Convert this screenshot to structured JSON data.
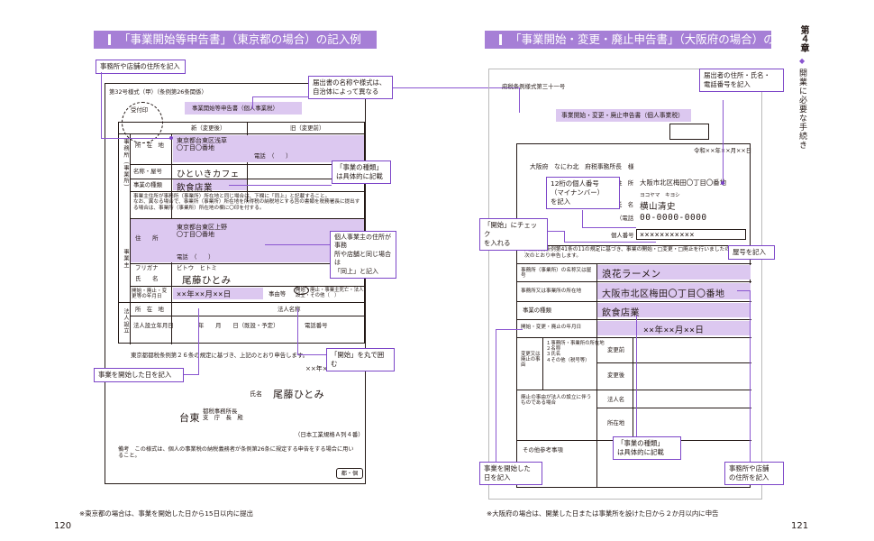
{
  "left": {
    "title": "「事業開始等申告書」（東京都の場合）の記入例",
    "page_number": "120",
    "footnote": "※東京都の場合は、事業を開始した日から15日以内に提出",
    "form": {
      "form_no": "第32号様式（甲）（条例第26条関係）",
      "stamp": "受付印",
      "title": "事業開始等申告書（個人事業税）",
      "col_new": "新（変更後）",
      "col_old": "旧（変更前）",
      "side_office": "事務所（事業所）",
      "side_owner": "事業主",
      "side_corp": "法人設立",
      "label_location": "所　在　地",
      "label_name": "名称・屋号",
      "label_type": "事業の種類",
      "label_residence": "住　　所",
      "label_furigana": "フリガナ",
      "label_person": "氏　　名",
      "label_date": "開始・廃止・変更等の年月日",
      "label_reason": "事由等",
      "label_corp_loc": "所　在　地",
      "label_corp_name": "法人名称",
      "label_corp_date": "法人設立年月日",
      "label_corp_phone": "電話番号",
      "office_address": "東京都台東区浅草\n〇丁目〇番地",
      "phone": "電話　（　　）",
      "shop_name": "ひといきカフェ",
      "business_type": "飲食店業",
      "note_same": "事業主住所が事務所（事業所）所在地と同じ場合は、下欄に「同上」と記載すること。\nなお、異なる場合で、事業所（事業所）所在地を所得税の納税地とする旨の書類を税務署長に提出する場合は、事業所（事業所）所在地の欄に〇印を付する。",
      "owner_address": "東京都台東区上野\n〇丁目〇番地",
      "furigana_value": "ビトウ　ヒトミ",
      "owner_name": "尾藤ひとみ",
      "start_date": "××年××月××日",
      "reason": "開始・廃止・事業主死亡・法人設立・その他（　）",
      "year_label": "年　　月　　日（既設・予定）",
      "law_text": "東京都都税条例第２６条の規定に基づき、上記のとおり申告します。",
      "sign_date": "××年××月××日",
      "sign_name_label": "氏名",
      "sign_name": "尾藤ひとみ",
      "office_ward": "台東",
      "office_suffix": "都税事務所長\n支　庁　長　殿",
      "paper_size": "（日本工業規格Ａ列４番）",
      "remark": "備考　この様式は、個人の事業税の納税義務者が条例第26条に規定する申告をする場合に用いること。",
      "badge": "都・個"
    },
    "notes": {
      "office_address": "事務所や店舗の住所を記入",
      "form_name": "届出書の名称や様式は、\n自治体によって異なる",
      "business_type": "「事業の種類」\nは具体的に記載",
      "owner_address": "個人事業主の住所が事務\n所や店舗と同じ場合は\n「同上」と記入",
      "circle": "「開始」を丸で囲む",
      "start_date": "事業を開始した日を記入"
    }
  },
  "right": {
    "title": "「事業開始・変更・廃止申告書」（大阪府の場合）の記入例",
    "page_number": "121",
    "footnote": "※大阪府の場合は、開業した日または事業所を設けた日から２か月以内に申告",
    "chapter": "第４章",
    "chapter_sub": "開業に必要な手続き",
    "form": {
      "form_no": "府税条例様式第三十一号",
      "title": "事業開始・変更・廃止申告書（個人事業税）",
      "date_line": "令和××年××月××日",
      "addressee": "大阪府　なにわ北　府税事務所長　様",
      "label_addr": "住　所",
      "address": "大阪市北区梅田〇丁目〇番地",
      "furigana": "ヨコヤマ　キヨシ",
      "label_name": "氏　名",
      "name": "横山清史",
      "label_phone": "（電話",
      "phone": "00-0000-0000",
      "label_number": "個人番号",
      "number_cells": "×××××××××××",
      "law_text": "大阪府税条例第41条の11の規定に基づき、事業の開始・□変更・□廃止を行いましたので、次のとおり申告します。",
      "label_shop": "事務所（事業所）の名称又は屋号",
      "shop_name": "浪花ラーメン",
      "label_loc": "事務所又は事業所の所在地",
      "location": "大阪市北区梅田〇丁目〇番地",
      "label_type": "事業の種類",
      "business_type": "飲食店業",
      "label_date": "開始・変更・廃止の年月日",
      "start_date": "××年××月××日",
      "label_change": "変更又は廃止の事由",
      "change_items": "１事務所・事業所の所在地\n２名称\n３氏名\n４その他（税号等）",
      "label_before": "変更前",
      "label_after": "変更後",
      "label_corp": "廃止の事由が法人の設立に伴うものである場合",
      "label_corp_name": "法人名",
      "label_corp_loc": "所在地",
      "label_other": "その他参考事項"
    },
    "notes": {
      "applicant": "届出者の住所・氏名・\n電話番号を記入",
      "mynumber": "12桁の個人番号\n（マイナンバー）\nを記入",
      "check": "「開始」にチェック\nを入れる",
      "shop": "屋号を記入",
      "type": "「事業の種類」\nは具体的に記載",
      "start": "事業を開始した\n日を記入",
      "office": "事務所や店舗\nの住所を記入"
    }
  }
}
